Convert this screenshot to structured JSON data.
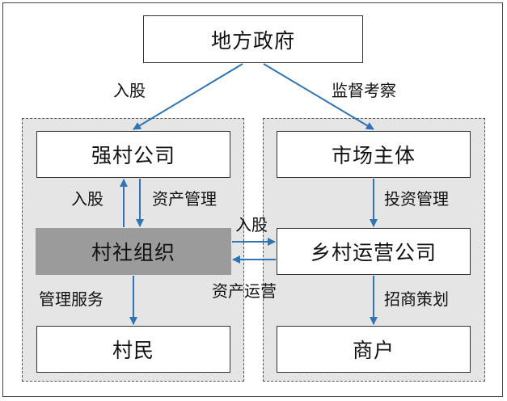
{
  "nodes": {
    "gov": "地方政府",
    "strong_company": "强村公司",
    "village_org": "村社组织",
    "villagers": "村民",
    "market": "市场主体",
    "rural_company": "乡村运营公司",
    "merchants": "商户"
  },
  "edges": {
    "gov_to_strong": "入股",
    "gov_to_market": "监督考察",
    "org_to_strong": "入股",
    "strong_to_org": "资产管理",
    "org_to_rural": "入股",
    "rural_to_org": "资产运营",
    "org_to_villagers": "管理服务",
    "market_to_rural": "投资管理",
    "rural_to_merchants": "招商策划"
  },
  "colors": {
    "arrow": "#2f75b5",
    "group_fill": "#e5e5e5",
    "dark_node": "#9b9b9b"
  }
}
